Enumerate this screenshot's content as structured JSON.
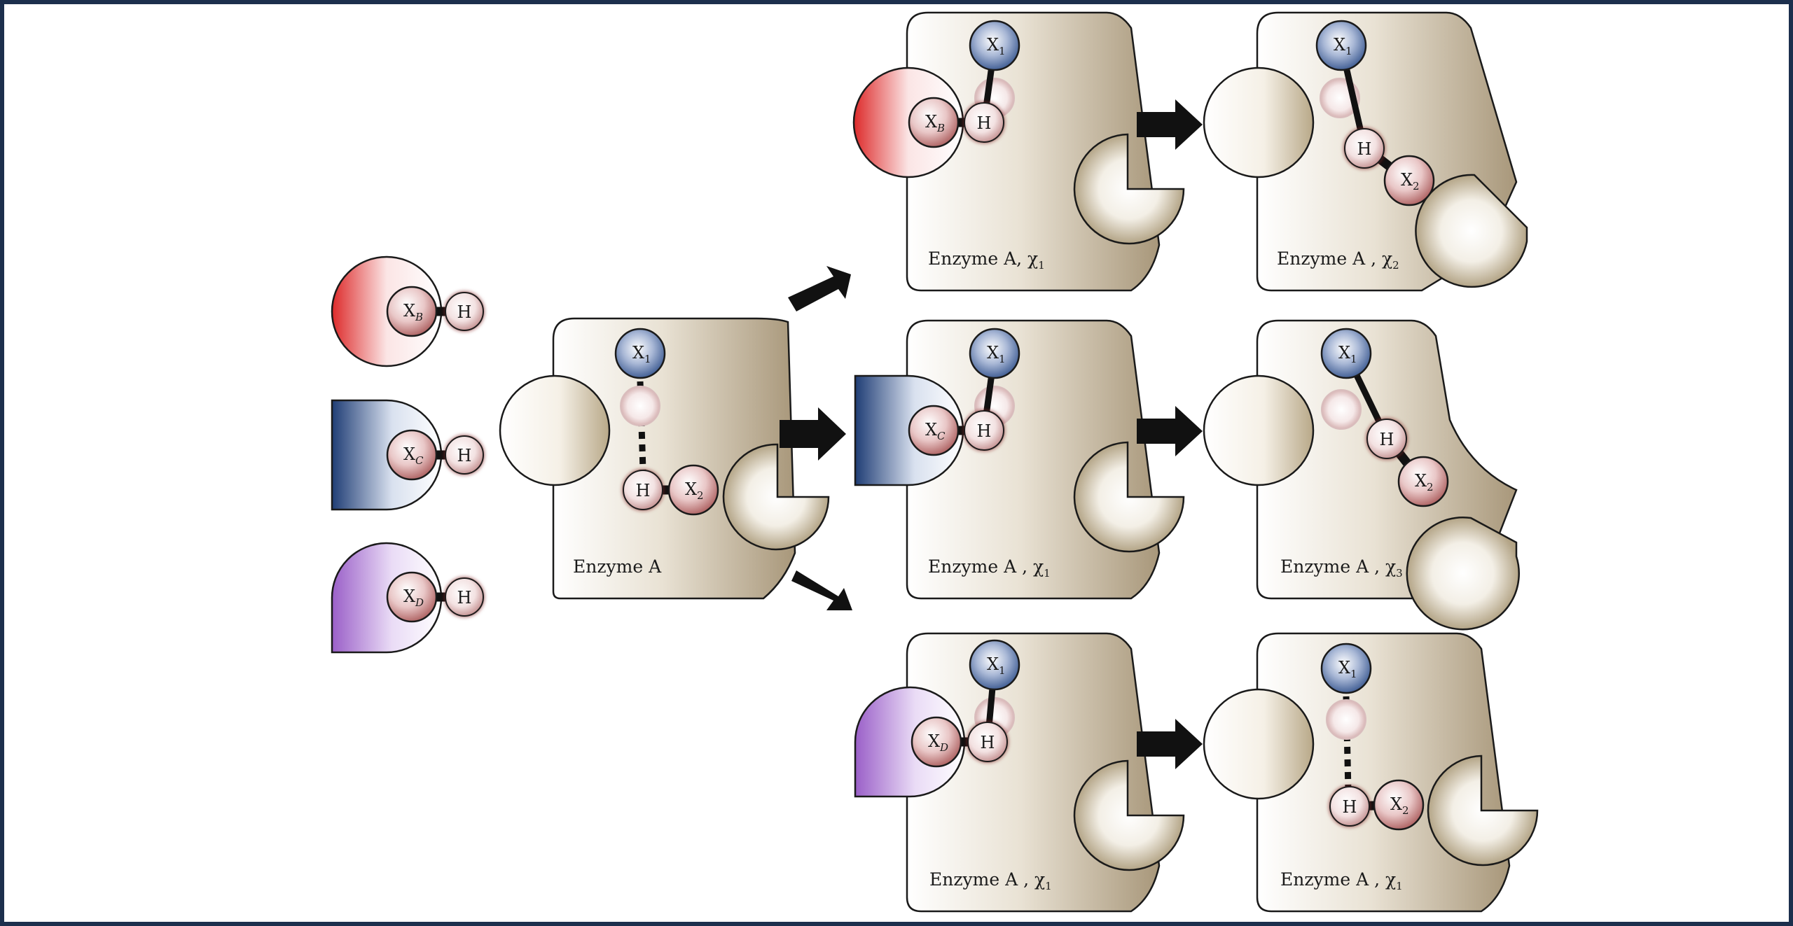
{
  "colors": {
    "frame": "#1c2f4d",
    "enzyme_light": "#ffffff",
    "enzyme_dark": "#a8977a",
    "red_ligand": "#dd2a2a",
    "blue_ligand": "#1f3d75",
    "purple_ligand": "#9a5fc8",
    "h_atom": "#d7aaaa",
    "x1_atom": "#3d5b92"
  },
  "ligands": [
    {
      "id": "B",
      "x_label": "X",
      "x_sub": "B",
      "h_label": "H",
      "shape": "circle",
      "color": "red"
    },
    {
      "id": "C",
      "x_label": "X",
      "x_sub": "C",
      "h_label": "H",
      "shape": "half-square",
      "color": "blue"
    },
    {
      "id": "D",
      "x_label": "X",
      "x_sub": "D",
      "h_label": "H",
      "shape": "teardrop",
      "color": "purple"
    }
  ],
  "apo_enzyme": {
    "label": "Enzyme A",
    "x1_label": "X",
    "x1_sub": "1",
    "h_label": "H",
    "x2_label": "X",
    "x2_sub": "2"
  },
  "complexes": [
    {
      "label": "Enzyme A, χ",
      "sub": "1",
      "ligand": "B"
    },
    {
      "label": "Enzyme A , χ",
      "sub": "1",
      "ligand": "C"
    },
    {
      "label": "Enzyme A , χ",
      "sub": "1",
      "ligand": "D"
    }
  ],
  "products": [
    {
      "label": "Enzyme A , χ",
      "sub": "2"
    },
    {
      "label": "Enzyme A , χ",
      "sub": "3"
    },
    {
      "label": "Enzyme A , χ",
      "sub": "1"
    }
  ],
  "atom_text": {
    "x": "X",
    "h": "H",
    "sub1": "1",
    "sub2": "2"
  }
}
